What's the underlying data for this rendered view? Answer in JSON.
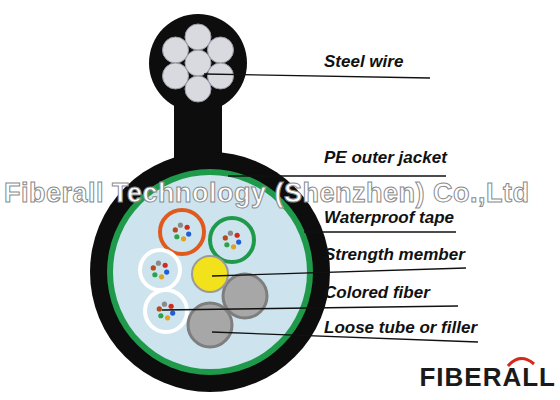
{
  "diagram": {
    "labels": [
      "Steel wire",
      "PE outer jacket",
      "Fiberall Technology (Shenzhen) Co.,Ltd",
      "Waterproof tape",
      "Strength member",
      "Colored fiber",
      "Loose tube or filler",
      "FIBERALL"
    ]
  }
}
